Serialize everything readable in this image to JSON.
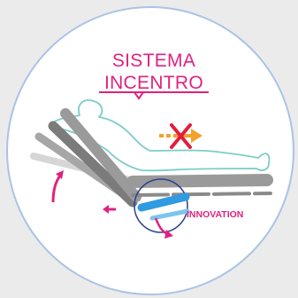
{
  "diagram": {
    "title_line1": "SISTEMA",
    "title_line2": "INCENTRO",
    "badge_label": "INNOVATION",
    "colors": {
      "background": "#ebebeb",
      "circle_fill": "#ffffff",
      "circle_border": "#a9c3e6",
      "accent_magenta": "#e0227e",
      "outline_teal": "#7ccdc8",
      "frame_dark": "#7b7b7b",
      "frame_mid": "#a6a6a6",
      "frame_light": "#d6d6d6",
      "pivot_blue": "#2f9be0",
      "blocked_arrow_orange": "#f2a22c",
      "cross_red": "#e21d3c"
    },
    "icons": [
      "tilt-arrow-icon",
      "slide-left-arrow-icon",
      "pivot-rotation-arrow-icon",
      "blocked-slide-arrow-icon",
      "cross-icon"
    ]
  }
}
